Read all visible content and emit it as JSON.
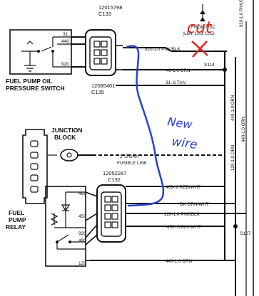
{
  "top_connector": {
    "part_number": "12015798",
    "id": "C133"
  },
  "mid_connector": {
    "part_number": "12065401",
    "id": "C135"
  },
  "relay_connector": {
    "part_number": "12052287",
    "id": "C132"
  },
  "from_esc": {
    "line1": "FROM ESC",
    "line2": "(LB4, L03, L05)"
  },
  "oil_switch": {
    "label_line1": "FUEL PUMP OIL",
    "label_line2": "PRESSURE SWITCH",
    "pins": [
      "31",
      "440",
      "920"
    ]
  },
  "junction_block": {
    "label_line1": "JUNCTION",
    "label_line2": "BLOCK"
  },
  "fuel_pump_relay": {
    "label_line1": "FUEL",
    "label_line2": "PUMP",
    "label_line3": "RELAY",
    "pins": [
      "465",
      "450",
      "920",
      "490",
      "120"
    ]
  },
  "wires": {
    "w920_pnk_blk_top": "920-1.0 PNK/BLK",
    "w40_orn": "40-1.0 ORN",
    "w31_tan": "31-.8 TAN",
    "w2_gra": "2-.5 GRA",
    "fusible_link": "FUSIBLE LINK",
    "w465_red_wht": "465-.8 RED/WHT",
    "w_dk_grn_wht": "DK GRN/WHT",
    "w920_pnk_blk_bottom": "920-1.0 PNK/BLK",
    "w450_blk_wht": "450-.8 BLK/WHT",
    "w440_orn_bottom": "440-1.0 ORN",
    "w440_orn_vertical_upper": "440-1.0 ORN",
    "w440_orn_vertical_lower": "440-1.0 ORN",
    "w120_orn_vertical": "120-1.0 ORN"
  },
  "splices": {
    "upper": "S114",
    "lower": "S127"
  },
  "annotations": {
    "cut": "cut",
    "new_wire_line1": "New",
    "new_wire_line2": "wire"
  },
  "colors": {
    "ink": "#111111",
    "annotation_red": "#e0231c",
    "annotation_blue": "#2a3fd0"
  }
}
